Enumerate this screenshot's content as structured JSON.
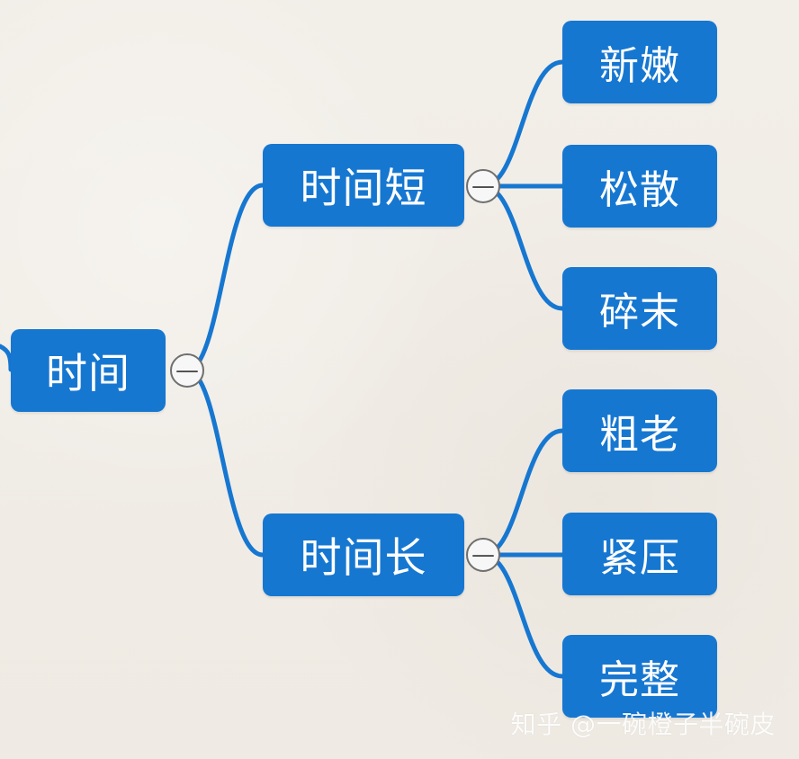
{
  "colors": {
    "node_fill": "#1677d1",
    "link_stroke": "#1677d1",
    "node_text": "#ffffff",
    "background": "#f1ede7",
    "toggle_border": "#6f6f6f"
  },
  "mindmap": {
    "root": {
      "label": "时间",
      "toggle_symbol": "—",
      "children": [
        {
          "label": "时间短",
          "toggle_symbol": "—",
          "children": [
            {
              "label": "新嫩"
            },
            {
              "label": "松散"
            },
            {
              "label": "碎末"
            }
          ]
        },
        {
          "label": "时间长",
          "toggle_symbol": "—",
          "children": [
            {
              "label": "粗老"
            },
            {
              "label": "紧压"
            },
            {
              "label": "完整"
            }
          ]
        }
      ]
    }
  },
  "watermark": {
    "text": "知乎 @一碗橙子半碗皮"
  },
  "icons": {
    "collapse": "collapse-icon"
  }
}
